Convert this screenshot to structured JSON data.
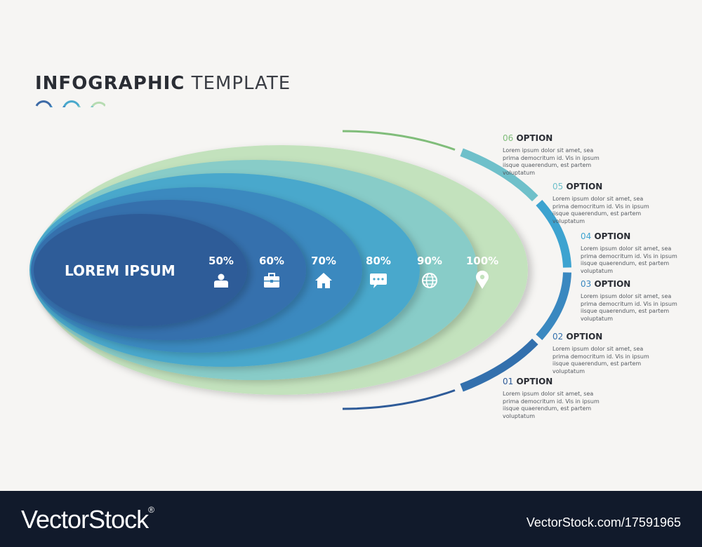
{
  "header": {
    "title_bold": "INFOGRAPHIC",
    "title_light": "TEMPLATE"
  },
  "center_label": "LOREM IPSUM",
  "levels": [
    {
      "percent": "50%",
      "icon": "person-icon",
      "color": "#2e5b98"
    },
    {
      "percent": "60%",
      "icon": "briefcase-icon",
      "color": "#3670ad"
    },
    {
      "percent": "70%",
      "icon": "home-icon",
      "color": "#3b89bf"
    },
    {
      "percent": "80%",
      "icon": "chat-icon",
      "color": "#48a8cc"
    },
    {
      "percent": "90%",
      "icon": "globe-icon",
      "color": "#88ccc8"
    },
    {
      "percent": "100%",
      "icon": "location-pin-icon",
      "color": "#c3e2bd"
    }
  ],
  "options": [
    {
      "num": "06",
      "label": "OPTION",
      "color": "#80bd7a",
      "text": "Lorem ipsum dolor sit amet, sea prima democritum id. Vis in ipsum iisque quaerendum, est partem voluptatum"
    },
    {
      "num": "05",
      "label": "OPTION",
      "color": "#6fc0ca",
      "text": "Lorem ipsum dolor sit amet, sea prima democritum id. Vis in ipsum iisque quaerendum, est partem voluptatum"
    },
    {
      "num": "04",
      "label": "OPTION",
      "color": "#3da3d0",
      "text": "Lorem ipsum dolor sit amet, sea prima democritum id. Vis in ipsum iisque quaerendum, est partem voluptatum"
    },
    {
      "num": "03",
      "label": "OPTION",
      "color": "#3a88c0",
      "text": "Lorem ipsum dolor sit amet, sea prima democritum id. Vis in ipsum iisque quaerendum, est partem voluptatum"
    },
    {
      "num": "02",
      "label": "OPTION",
      "color": "#3370ad",
      "text": "Lorem ipsum dolor sit amet, sea prima democritum id. Vis in ipsum iisque quaerendum, est partem voluptatum"
    },
    {
      "num": "01",
      "label": "OPTION",
      "color": "#2e5b98",
      "text": "Lorem ipsum dolor sit amet, sea prima democritum id. Vis in ipsum iisque quaerendum, est partem voluptatum"
    }
  ],
  "footer": {
    "brand": "VectorStock",
    "trademark": "®",
    "url": "VectorStock.com/17591965"
  }
}
